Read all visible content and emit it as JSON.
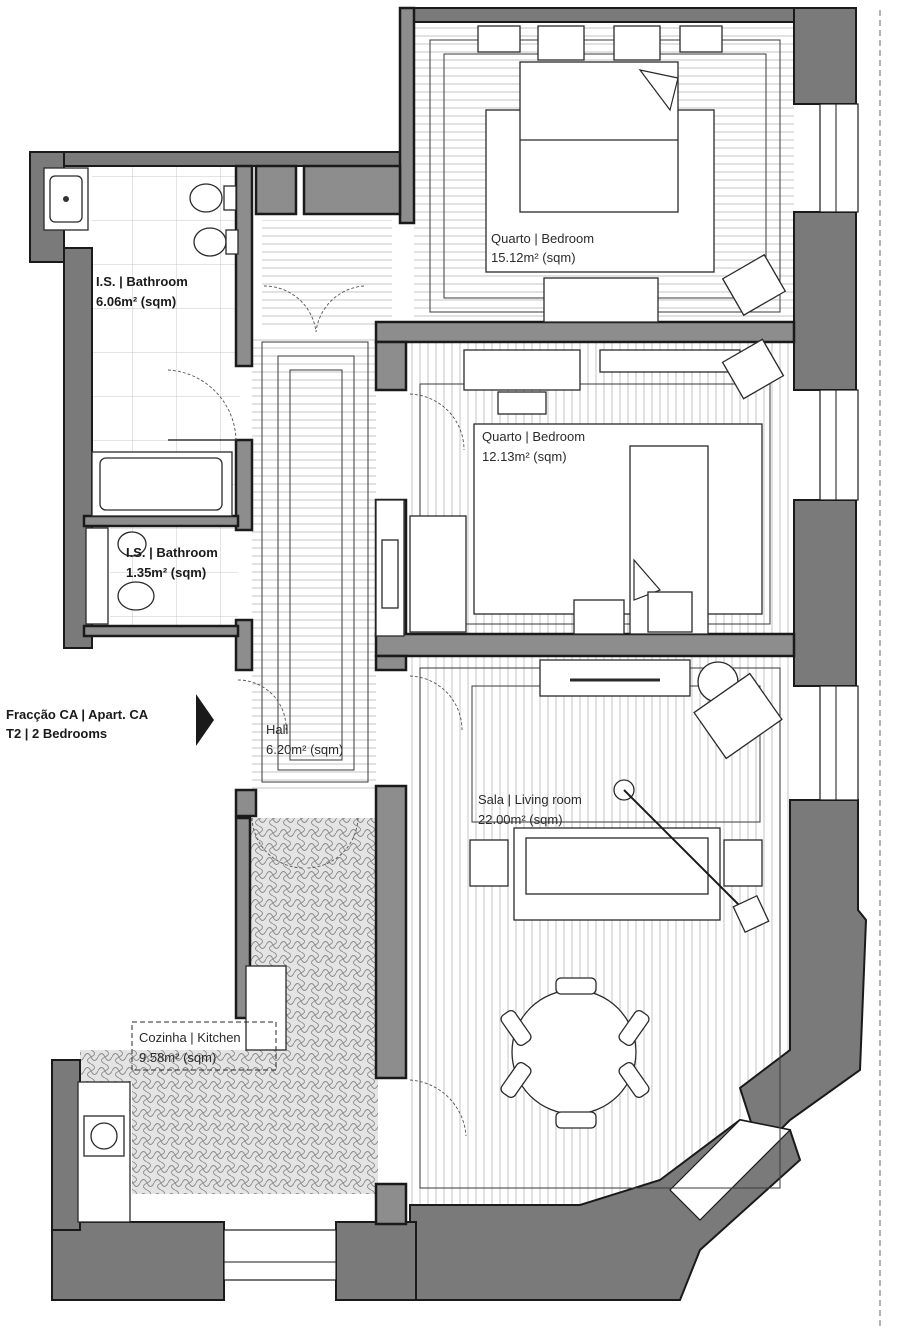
{
  "entrance": {
    "line1": "Fracção CA | Apart. CA",
    "line2": "T2 | 2 Bedrooms"
  },
  "rooms": {
    "bedroom1": {
      "name": "Quarto | Bedroom",
      "area": "15.12m² (sqm)"
    },
    "bedroom2": {
      "name": "Quarto | Bedroom",
      "area": "12.13m² (sqm)"
    },
    "bathroom1": {
      "name": "I.S. | Bathroom",
      "area": "6.06m² (sqm)"
    },
    "bathroom2": {
      "name": "I.S. | Bathroom",
      "area": "1.35m² (sqm)"
    },
    "hall": {
      "name": "Hall",
      "area": "6.20m² (sqm)"
    },
    "living": {
      "name": "Sala | Living room",
      "area": "22.00m² (sqm)"
    },
    "kitchen": {
      "name": "Cozinha | Kitchen",
      "area": "9.58m² (sqm)"
    }
  },
  "colors": {
    "wall": "#8d8d8d",
    "line": "#1a1a1a",
    "background": "#ffffff"
  }
}
